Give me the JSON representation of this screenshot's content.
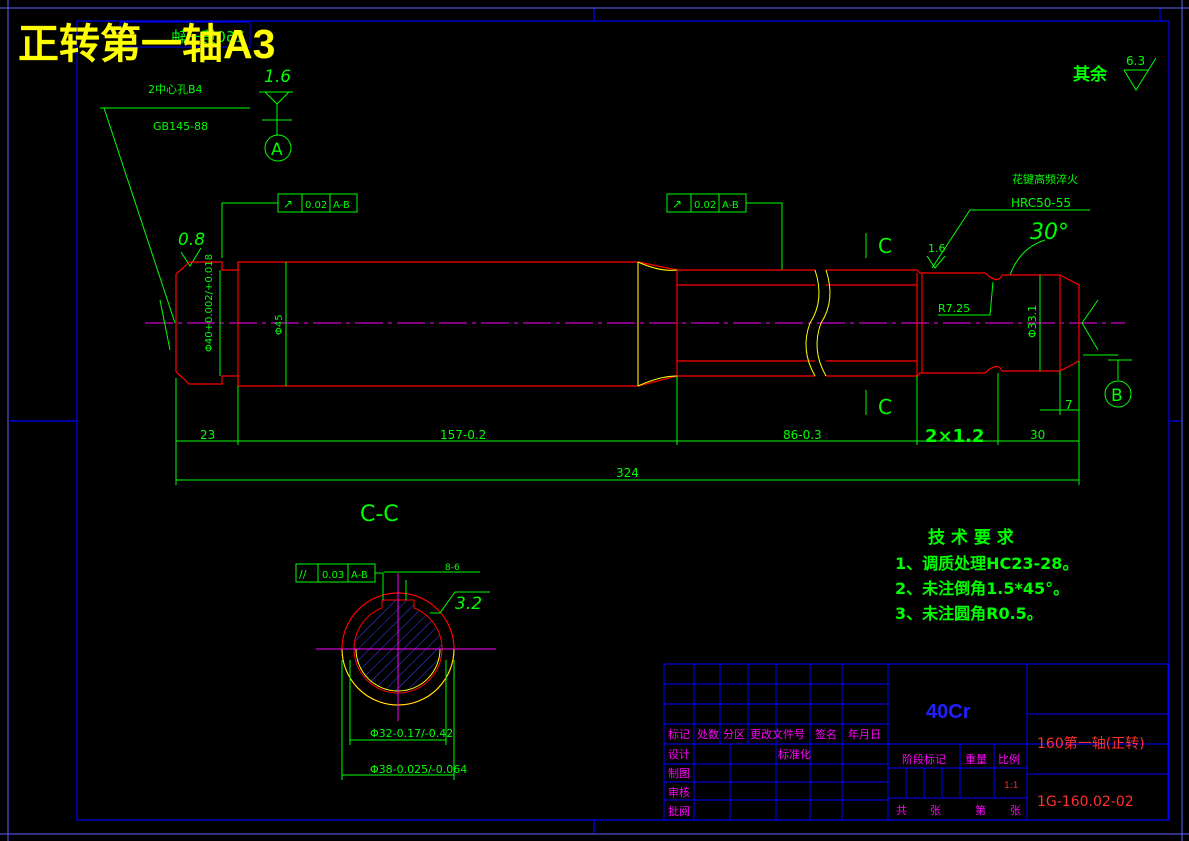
{
  "colors": {
    "background": "#000000",
    "outline": "#ff0000",
    "dimension": "#00ff00",
    "centerline": "#ff00ff",
    "frame": "#0000ff",
    "text_title": "#ffff00",
    "material": "#2020ff"
  },
  "header": {
    "title": "正转第一轴A3",
    "overlay_text": "160第一轴"
  },
  "surface_roughness": {
    "other": "其余",
    "other_value": "6.3",
    "center_hole": "1.6",
    "left_shoulder": "0.8",
    "spline_value": "1.6",
    "keyway": "3.2"
  },
  "annotations": {
    "center_hole_note": "2中心孔B4",
    "center_hole_std": "GB145-88",
    "datum_a": "A",
    "datum_b": "B",
    "spline_hardening": "花键高频淬火",
    "spline_hardness": "HRC50-55",
    "angle": "30°",
    "radius": "R7.25",
    "section_mark": "C",
    "section_title": "C-C"
  },
  "tolerance_frames": {
    "left": {
      "symbol": "↗",
      "value": "0.02",
      "datum": "A-B"
    },
    "middle": {
      "symbol": "↗",
      "value": "0.02",
      "datum": "A-B"
    },
    "section": {
      "symbol": "//",
      "value": "0.03",
      "datum": "A-B"
    }
  },
  "dimensions": {
    "d1": "Φ40+0.002/+0.018",
    "d2": "Φ45",
    "d3": "Φ33.1",
    "l1": "23",
    "l2": "157-0.2",
    "l3": "86-0.3",
    "l4": "2×1.2",
    "l5": "30",
    "l6": "7",
    "total": "324",
    "key_width": "8-6",
    "sec_d1": "Φ32-0.17/-0.42",
    "sec_d2": "Φ38-0.025/-0.064"
  },
  "tech_requirements": {
    "title": "技 术 要 求",
    "items": [
      "1、调质处理HC23-28。",
      "2、未注倒角1.5*45°。",
      "3、未注圆角R0.5。"
    ]
  },
  "title_block": {
    "material": "40Cr",
    "part_name": "160第一轴(正转)",
    "drawing_no": "1G-160.02-02",
    "scale": "1:1",
    "labels": {
      "mark": "标记",
      "count": "处数",
      "zone": "分区",
      "change_doc": "更改文件号",
      "sign": "签名",
      "date": "年月日",
      "design": "设计",
      "standardize": "标准化",
      "draw": "制图",
      "review": "审核",
      "approve": "批阅",
      "stage": "阶段标记",
      "weight": "重量",
      "scale_lbl": "比例",
      "total_sheets": "共",
      "sheet_unit": "张",
      "sheet_no": "第",
      "sheet_unit2": "张"
    }
  }
}
